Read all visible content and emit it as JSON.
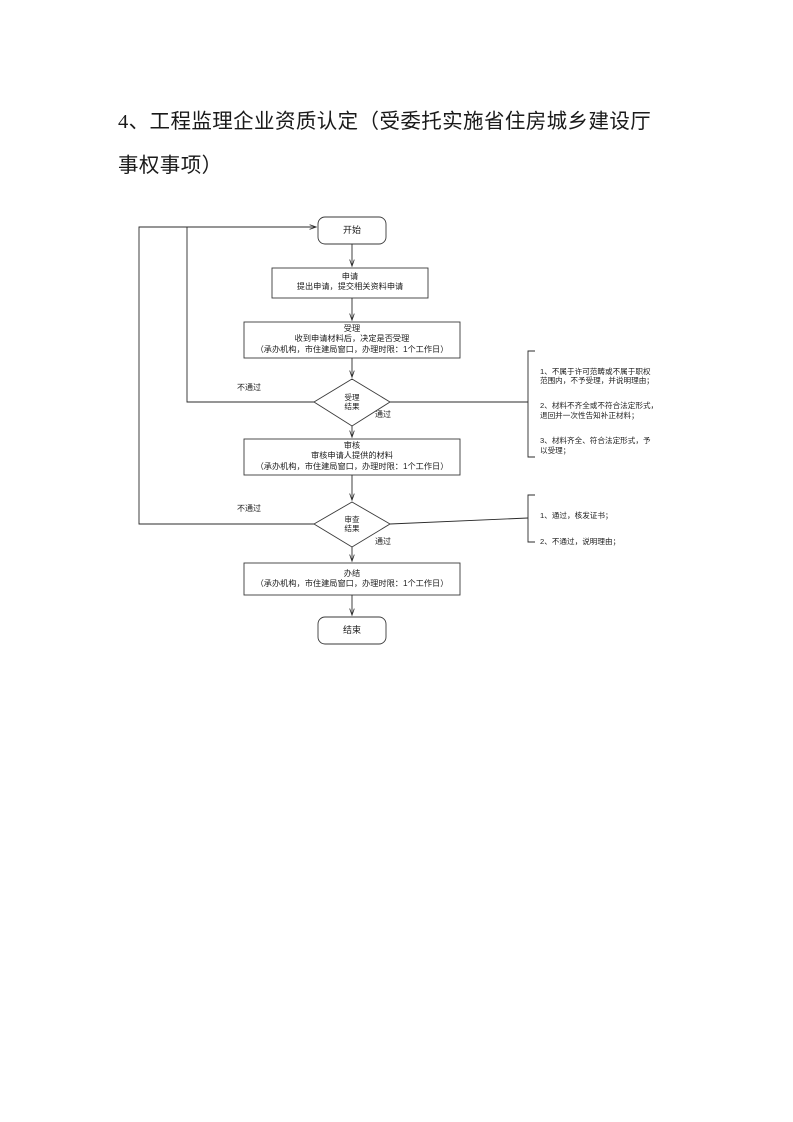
{
  "document": {
    "title": "4、工程监理企业资质认定（受委托实施省住房城乡建设厅\n事权事项）"
  },
  "flowchart": {
    "nodes": {
      "start": {
        "label": "开始"
      },
      "apply": {
        "label": "申请\n提出申请，提交相关资料申请"
      },
      "accept": {
        "label": "受理\n收到申请材料后，决定是否受理\n（承办机构，市住建局窗口，办理时限：1个工作日）"
      },
      "accept_result": {
        "label": "受理\n结果"
      },
      "review": {
        "label": "审核\n审核申请人提供的材料\n（承办机构，市住建局窗口，办理时限：1个工作日）"
      },
      "review_result": {
        "label": "审查\n结果"
      },
      "complete": {
        "label": "办结\n（承办机构，市住建局窗口，办理时限：1个工作日）"
      },
      "end": {
        "label": "结束"
      }
    },
    "edge_labels": {
      "accept_fail": "不通过",
      "accept_pass": "通过",
      "review_fail": "不通过",
      "review_pass": "通过"
    },
    "annotations": {
      "accept_notes": [
        "1、不属于许可范畴或不属于职权\n范围内，不予受理，并说明理由；",
        "2、材料不齐全或不符合法定形式，\n退回并一次性告知补正材料；",
        "3、材料齐全、符合法定形式，予\n以受理；"
      ],
      "review_notes": [
        "1、通过，核发证书；",
        "2、不通过，说明理由；"
      ]
    }
  }
}
